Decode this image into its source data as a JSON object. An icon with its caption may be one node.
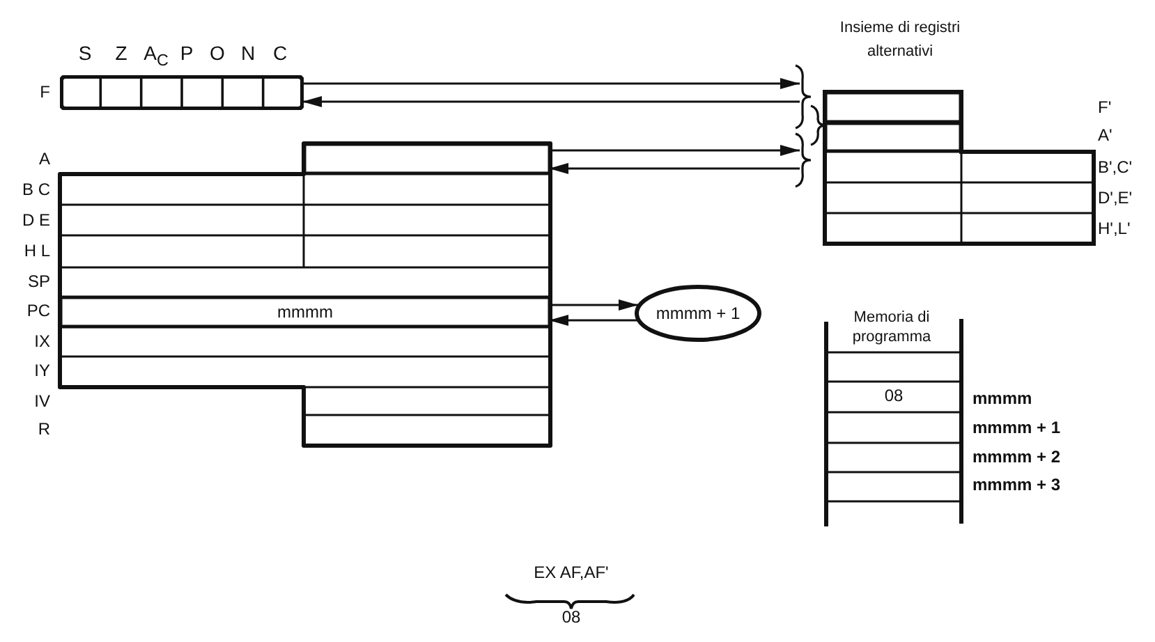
{
  "diagram": {
    "nodes": [
      {
        "text": [],
        "shape": "box",
        "beside": [
          "F"
        ]
      },
      {
        "text": [],
        "shape": "box"
      },
      {
        "text": [
          "mmmm"
        ]
      },
      {
        "text": [
          "mmmm + 1"
        ]
      },
      {
        "text": [],
        "shape": "box"
      },
      {
        "text": [],
        "shape": "box"
      }
    ],
    "edges": [
      {
        "from": 0,
        "to": 4,
        "arrow": "to"
      },
      {
        "from": 4,
        "to": 0,
        "arrow": "to"
      },
      {
        "from": 1,
        "to": 5,
        "arrow": "to"
      },
      {
        "from": 5,
        "to": 1,
        "arrow": "to"
      },
      {
        "from": 2,
        "to": 3,
        "arrow": "to"
      },
      {
        "from": 3,
        "to": 2,
        "arrow": "to"
      }
    ],
    "labels": [
      "S",
      "Z",
      "A$_{C}$",
      "P",
      "O",
      "N",
      "C",
      "Insieme di registri alternativi",
      "F'",
      "A'",
      "A",
      "B C",
      "D E",
      "H L",
      "SP",
      "PC",
      "IX",
      "IY",
      "IV",
      "R",
      "B',C'",
      "D',E'",
      "H',L'",
      "Memoria di programma",
      "08",
      "mmmm",
      "mmmm + 1",
      "mmmm + 2",
      "mmmm + 3",
      "EX AF,AF'",
      "08"
    ]
  }
}
